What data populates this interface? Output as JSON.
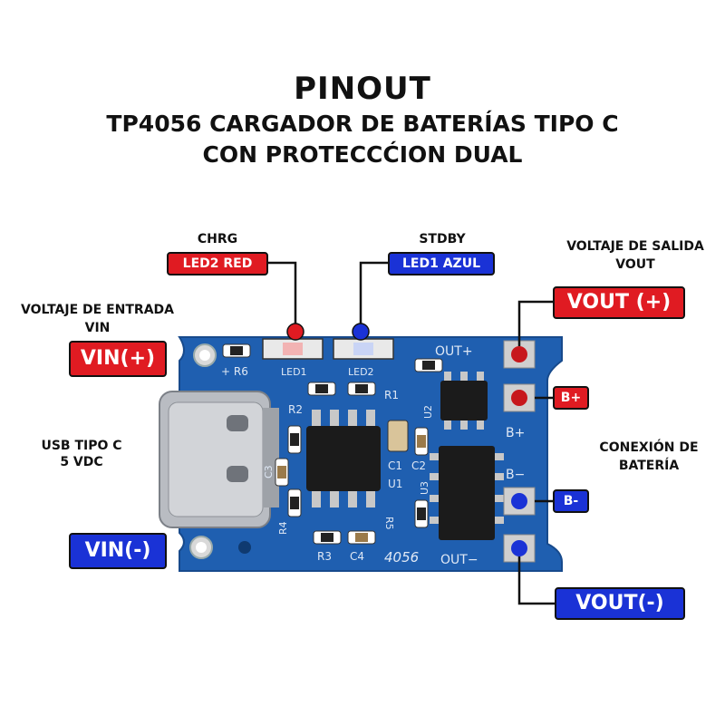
{
  "title": {
    "line1": "PINOUT",
    "line2": "TP4056 CARGADOR DE BATERÍAS TIPO C",
    "line3": "CON PROTECCĆION DUAL"
  },
  "labels": {
    "chrg": "CHRG",
    "led2_red": "LED2 RED",
    "stdby": "STDBY",
    "led1_azul": "LED1 AZUL",
    "vout_caption_1": "VOLTAJE DE SALIDA",
    "vout_caption_2": "VOUT",
    "vout_plus": "VOUT (+)",
    "vin_caption_1": "VOLTAJE DE ENTRADA",
    "vin_caption_2": "VIN",
    "vin_plus": "VIN(+)",
    "usb_caption_1": "USB TIPO C",
    "usb_caption_2": "5 VDC",
    "bat_caption_1": "CONEXIÓN DE",
    "bat_caption_2": "BATERÍA",
    "b_plus": "B+",
    "b_minus": "B-",
    "vin_minus": "VIN(-)",
    "vout_minus": "VOUT(-)"
  },
  "pcb": {
    "silk_r6": "+ R6",
    "silk_led1": "LED1",
    "silk_led2": "LED2",
    "silk_outplus": "OUT+",
    "silk_r1": "R1",
    "silk_r2": "R2",
    "silk_u2": "U2",
    "silk_bplus": "B+",
    "silk_c1": "C1",
    "silk_c2": "C2",
    "silk_u1": "U1",
    "silk_bminus": "B−",
    "silk_c3": "C3",
    "silk_u3": "U3",
    "silk_r4": "R4",
    "silk_r3": "R3",
    "silk_c4": "C4",
    "silk_r5": "R5",
    "silk_4056": "4056",
    "silk_outminus": "OUT−"
  },
  "colors": {
    "pcb": "#1f5fb0",
    "pcb_dark": "#174a8c",
    "red": "#e01b22",
    "blue": "#1a32d6"
  }
}
